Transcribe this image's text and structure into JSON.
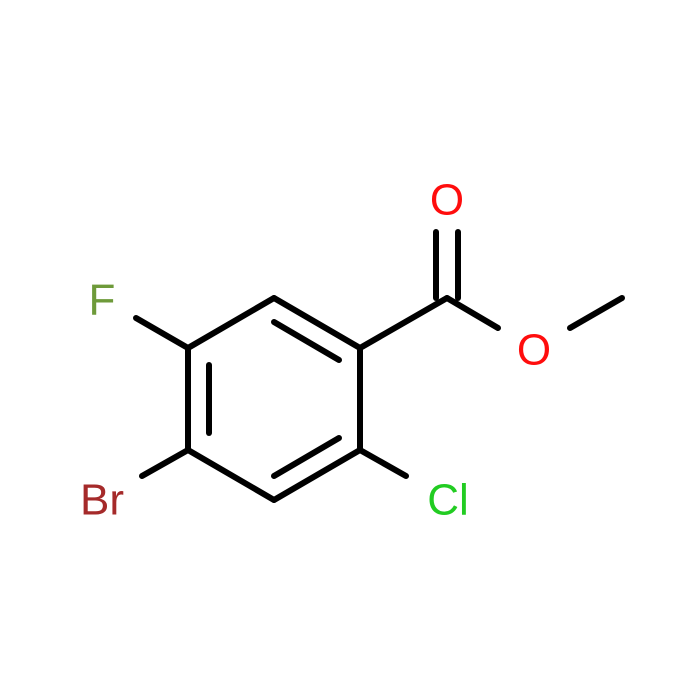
{
  "molecule": {
    "atoms": {
      "fluorine": {
        "label": "F",
        "color": "#6e9a3a"
      },
      "bromine": {
        "label": "Br",
        "color": "#a52a2a"
      },
      "chlorine": {
        "label": "Cl",
        "color": "#22cc22"
      },
      "carbonyl_oxygen": {
        "label": "O",
        "color": "#ff0d0d"
      },
      "ester_oxygen": {
        "label": "O",
        "color": "#ff0d0d"
      }
    },
    "bond_color": "#000000"
  }
}
